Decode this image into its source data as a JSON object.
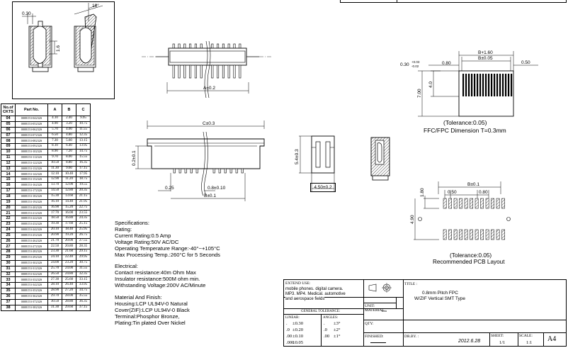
{
  "detail_dims": {
    "pitch_top": "0.30",
    "height_side": "1.6",
    "angle": "18°"
  },
  "table": {
    "headers": [
      "No.of CKTS",
      "Part No.",
      "A",
      "B",
      "C"
    ],
    "rows": [
      [
        "04",
        "0008153-04232S",
        "4.10",
        "2.40",
        "9.95"
      ],
      [
        "05",
        "0008153-05232S",
        "4.90",
        "3.20",
        "10.75"
      ],
      [
        "06",
        "0008153-06232S",
        "5.70",
        "4.00",
        "11.55"
      ],
      [
        "07",
        "0008153-07232S",
        "6.50",
        "4.80",
        "12.35"
      ],
      [
        "08",
        "0008153-08232S",
        "7.30",
        "5.60",
        "13.15"
      ],
      [
        "09",
        "0008153-09232S",
        "8.10",
        "6.40",
        "13.95"
      ],
      [
        "10",
        "0008153-10232S",
        "8.90",
        "7.20",
        "14.75"
      ],
      [
        "11",
        "0008153-11232S",
        "9.70",
        "8.00",
        "15.55"
      ],
      [
        "12",
        "0008153-12232S",
        "10.50",
        "8.80",
        "16.35"
      ],
      [
        "13",
        "0008153-13232S",
        "11.30",
        "9.60",
        "17.15"
      ],
      [
        "14",
        "0008153-14232S",
        "12.10",
        "10.40",
        "17.95"
      ],
      [
        "15",
        "0008153-15232S",
        "12.90",
        "11.20",
        "18.75"
      ],
      [
        "16",
        "0008153-16232S",
        "13.70",
        "12.00",
        "19.55"
      ],
      [
        "17",
        "0008153-17232S",
        "14.50",
        "12.80",
        "20.35"
      ],
      [
        "18",
        "0008153-18232S",
        "15.30",
        "13.60",
        "21.15"
      ],
      [
        "19",
        "0008153-19232S",
        "16.10",
        "14.40",
        "21.95"
      ],
      [
        "20",
        "0008153-20232S",
        "16.90",
        "15.20",
        "22.75"
      ],
      [
        "21",
        "0008153-21232S",
        "17.70",
        "16.00",
        "23.55"
      ],
      [
        "22",
        "0008153-22232S",
        "18.50",
        "16.80",
        "24.35"
      ],
      [
        "23",
        "0008153-23232S",
        "19.30",
        "17.60",
        "25.15"
      ],
      [
        "24",
        "0008153-24232S",
        "20.10",
        "18.40",
        "25.95"
      ],
      [
        "25",
        "0008153-25232S",
        "20.90",
        "19.20",
        "26.75"
      ],
      [
        "26",
        "0008153-26232S",
        "21.70",
        "20.00",
        "27.55"
      ],
      [
        "27",
        "0008153-27232S",
        "22.50",
        "20.80",
        "28.35"
      ],
      [
        "28",
        "0008153-28232S",
        "23.30",
        "21.60",
        "29.15"
      ],
      [
        "29",
        "0008153-29232S",
        "24.10",
        "22.40",
        "29.95"
      ],
      [
        "30",
        "0008153-30232S",
        "24.00",
        "23.20",
        "30.75"
      ],
      [
        "31",
        "0008153-31232S",
        "25.70",
        "24.00",
        "31.55"
      ],
      [
        "32",
        "0008153-32232S",
        "26.50",
        "24.80",
        "32.35"
      ],
      [
        "33",
        "0008153-33232S",
        "27.30",
        "25.60",
        "33.15"
      ],
      [
        "34",
        "0008153-34232S",
        "28.10",
        "26.40",
        "33.95"
      ],
      [
        "35",
        "0008153-35232S",
        "28.90",
        "27.20",
        "34.75"
      ],
      [
        "36",
        "0008153-36232S",
        "29.70",
        "28.00",
        "35.55"
      ],
      [
        "37",
        "0008153-37232S",
        "30.50",
        "28.80",
        "36.35"
      ],
      [
        "38",
        "0008153-38232S",
        "31.30",
        "29.60",
        "37.15"
      ]
    ]
  },
  "top_view": {
    "dim_a": "A±0.2"
  },
  "front_view": {
    "dim_c": "C±0.3",
    "dim_b": "B±0.1",
    "dim_025": "0.25",
    "dim_pitch": "0.8±0.10",
    "dim_height": "0.2±0.1"
  },
  "side_view": {
    "dim_height": "5.4±0.3",
    "dim_width": "4.50±0.2"
  },
  "fpc": {
    "dim_b160": "B+1.60",
    "dim_b005": "B±0.05",
    "dim_thick": "0.30",
    "dim_thick_tol_plus": "+0.03",
    "dim_thick_tol_minus": "-0.02",
    "dim_080": "0.80",
    "dim_050": "0.50",
    "dim_700": "7.00",
    "dim_40": "4.0",
    "tolerance": "(Tolerance:0.05)",
    "caption": "FFC/FPC Dimension T=0.3mm"
  },
  "pcb": {
    "dim_b01": "B±0.1",
    "dim_050": "0.50",
    "dim_080": "0.80",
    "dim_180": "1.80",
    "dim_490": "4.90",
    "tolerance": "(Tolerance:0.05)",
    "caption": "Recommended PCB Layout"
  },
  "specs": {
    "heading": "Specifications:",
    "rating": "Rating:",
    "current": "Current Rating:0.5 Amp",
    "voltage": "Voltage Rating:50V AC/DC",
    "temp": "Operating Temperature Range:-40°~+105°C",
    "process": "Max Processing Temp.:260°C for 5 Seconds",
    "electrical": "Electrical:",
    "contact": "Contact resistance:40m Ohm Max",
    "insulator": "Insulator resistance:500M ohm min.",
    "withstand": "Withstanding Voltage:200V AC/Minute",
    "material": "Material And Finish:",
    "housing": "Housing:LCP UL94V-0 Natural",
    "cover": "Cover(ZIF):LCP UL94V-0 Black",
    "terminal": "Terminal:Phosphor Bronze,",
    "plating": "Plating:Tin plated Over Nickel"
  },
  "title_block": {
    "extend_use": "EXTEND USE:",
    "use_text_1": "mobile phones. digital camera.",
    "use_text_2": "MP3. MP4. Medical. automotive",
    "use_text_3": "and aerospace fields",
    "unit_label": "UNIT:",
    "unit_value": "mm",
    "title_label": "TITLE :",
    "title_1": "0.8mm Pitch FPC",
    "title_2": "W/ZIF Vertical SMT Type",
    "material_label": "MATERIAL",
    "general_tolerance": "GENERAL TOLERANCE:",
    "linear": "LINEAR:",
    "angles": "ANGLES:",
    "lin_rows": [
      [
        ".",
        "±0.30"
      ],
      [
        ".0",
        "±0.20"
      ],
      [
        ".00",
        "±0.10"
      ],
      [
        ".000",
        "±0.05"
      ]
    ],
    "ang_rows": [
      [
        ".",
        "±3°"
      ],
      [
        ".0",
        "±2°"
      ],
      [
        ".00",
        "±1°"
      ]
    ],
    "qty_label": "QTY:",
    "finished_label": "FINISHED:",
    "drby_label": "DR.BY. :",
    "date": "2012.6.28",
    "sheet_label": "SHEET:",
    "sheet_value": "1/1",
    "scale_label": "SCALE:",
    "scale_value": "1:1",
    "size": "A4"
  }
}
